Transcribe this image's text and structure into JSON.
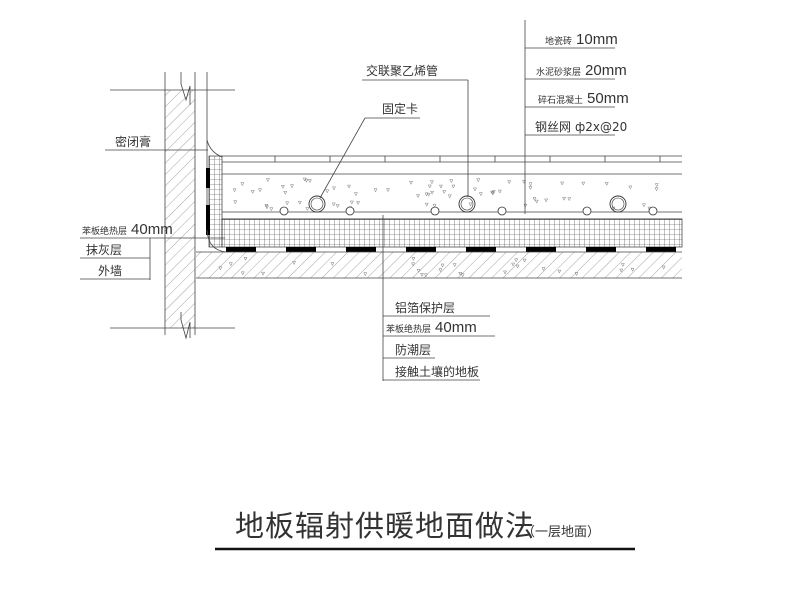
{
  "right_layers": [
    {
      "name": "地瓷砖",
      "value": "10mm"
    },
    {
      "name": "水泥砂浆层",
      "value": "20mm"
    },
    {
      "name": "碎石混凝土",
      "value": "50mm"
    },
    {
      "name": "钢丝网",
      "value": "ф2x@20"
    }
  ],
  "pipe_label": "交联聚乙烯管",
  "clip_label": "固定卡",
  "left_labels": {
    "sealant": "密闭膏",
    "insulation": "苯板绝热层",
    "insulation_value": "40mm",
    "plaster": "抹灰层",
    "exterior_wall": "外墙"
  },
  "bottom_labels": {
    "foil": "铝箔保护层",
    "insulation": "苯板绝热层",
    "insulation_value": "40mm",
    "moisture": "防潮层",
    "slab": "接触土壤的地板"
  },
  "title": "地板辐射供暖地面做法",
  "subtitle": "（一层地面）"
}
